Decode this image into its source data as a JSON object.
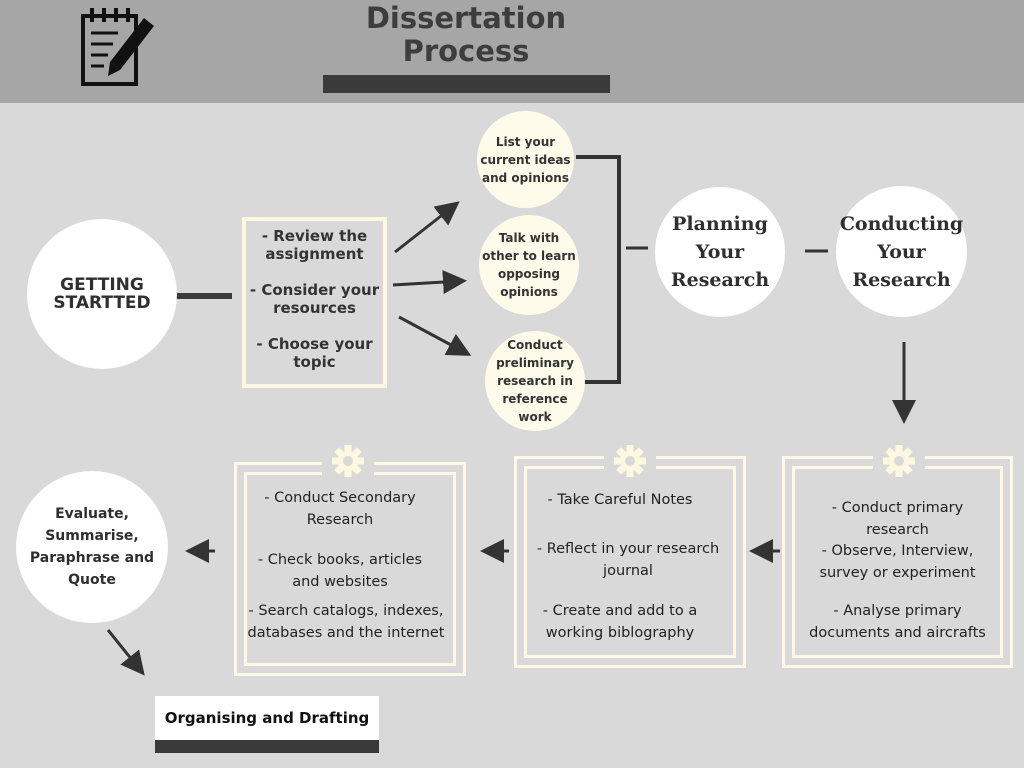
{
  "title": "Dissertation\nProcess",
  "start": {
    "label": "GETTING\nSTARTTED"
  },
  "initial_steps": [
    "- Review the\nassignment",
    "- Consider your\nresources",
    "- Choose your\ntopic"
  ],
  "idea_bubbles": [
    "List your\ncurrent ideas\nand opinions",
    "Talk with\nother to learn\nopposing\nopinions",
    "Conduct\npreliminary\nresearch in\nreference\nwork"
  ],
  "planning": {
    "label": "Planning\nYour\nResearch"
  },
  "conducting": {
    "label": "Conducting\nYour\nResearch"
  },
  "primary_card": [
    "- Conduct primary\nresearch",
    "- Observe, Interview,\nsurvey or experiment",
    "- Analyse primary\ndocuments and aircrafts"
  ],
  "notes_card": [
    "- Take Careful Notes",
    "- Reflect in your research\njournal",
    "- Create and add to a\nworking biblography"
  ],
  "secondary_card": [
    "- Conduct Secondary\nResearch",
    "- Check books, articles\nand websites",
    "- Search catalogs, indexes,\ndatabases and the internet"
  ],
  "evaluate": {
    "label": "Evaluate,\nSummarise,\nParaphrase and\nQuote"
  },
  "final_step": {
    "label": "Organising and Drafting"
  },
  "icons": {
    "header": "notepad-pencil-icon",
    "card": "gear-icon"
  },
  "colors": {
    "header": "#a6a6a6",
    "background": "#d9d9d9",
    "dark": "#3a3a3a",
    "cream": "#fff8e1",
    "circle": "#ffffff"
  }
}
